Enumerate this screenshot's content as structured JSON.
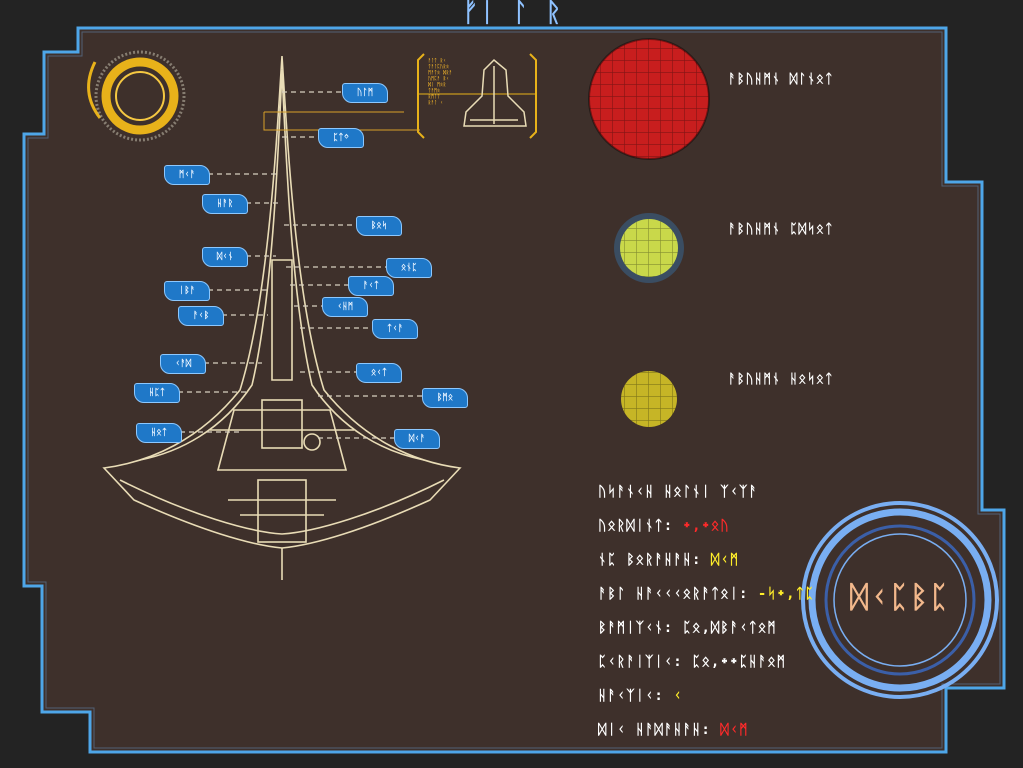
{
  "header": {
    "title": "ᚠᛁ ᛚ ᚱ"
  },
  "ship_tags": [
    "ᚢᛚᛗ",
    "ᛈᛏᛜ",
    "ᛗᚲᚨ",
    "ᚺᚨᚱ",
    "ᛒᛟᛋ",
    "ᛞᚲᚾ",
    "ᛟᚾᛈ",
    "ᛁᛒᚨ",
    "ᚨᚲᛏ",
    "ᚨᚲᛒ",
    "ᚲᚺᛗ",
    "ᛏᚲᚨ",
    "ᚲᚨᛞ",
    "ᛟᚲᛏ",
    "ᚺᛈᛏ",
    "ᛒᛗᛟ",
    "ᚺᛟᛏ",
    "ᛞᚲᚨ"
  ],
  "mini_panel_text": [
    "ᚨᛚᛏ ᚱᚲ",
    "ᛏᚨᛚᛈᚢᚱᛟ",
    "ᛗᚨᛏᛟ ᛞᚱᚨ",
    "ᚢᛗᛈᚨ ᛒᚲ",
    "ᛞᛁ ᛗᛟᚱ",
    "ᛏᚨᛗᛟ",
    "ᚱᛗᛚᛏ",
    "ᚱᚨᛚ ᚲ"
  ],
  "moons": [
    {
      "label": "ᚨᛒᚢᚺᛗᚾ ᛞᛚᚾᛟᛏ",
      "color": "#c81e1e"
    },
    {
      "label": "ᚨᛒᚢᚺᛗᚾ ᛈᛞᛋᛟᛏ",
      "color": "#c9d84a"
    },
    {
      "label": "ᚨᛒᚢᚺᛗᚾ ᚺᛟᛋᛟᛏ",
      "color": "#c6b526"
    }
  ],
  "stats": [
    {
      "label": "ᚢᛋᚨᚾᚲᚺ ᚺᛟᛚᚾᛁ ᛉᚲᛉᚨ",
      "value": "",
      "color": ""
    },
    {
      "label": "ᚢᛟᚱᛞᛁᚾᛏ:",
      "value": "᛭,᛭ᛟᚢ",
      "color": "red"
    },
    {
      "label": "ᚾᛈ ᛒᛟᚱᚨᚺᚨᚺ:",
      "value": "ᛞᚲᛗ",
      "color": "yellow"
    },
    {
      "label": "ᚨᛒᛚ ᚺᚨᚲᚲᚲᛟᚱᚨᛏᛟᛁ:",
      "value": "-ᛋ᛭,ᛏᛈ",
      "color": "yellow"
    },
    {
      "label": "ᛒᚨᛗᛁᛉᚲᚾ: ᛈᛟ,ᛞᛒᚨᚲᛏᛟᛗ",
      "value": "",
      "color": ""
    },
    {
      "label": "ᛈᚲᚱᚨᛁᛉᛁᚲ: ᛈᛟ,᛭᛭ᛈᚺᚨᛟᛗ",
      "value": "",
      "color": ""
    },
    {
      "label": "ᚺᚨᚲᛉᛁᚲ:",
      "value": "ᚲ",
      "color": "yellow"
    },
    {
      "label": "ᛞᛁᚲ ᚺᚨᛞᚨᚺᚨᚺ:",
      "value": "ᛞᚲᛗ",
      "color": "red"
    }
  ],
  "ring": {
    "label": "ᛞᚲᛈᛒᛈ"
  },
  "colors": {
    "panel": "#3e302b",
    "frame": "#4ea6e8",
    "accent": "#e8b21a",
    "line": "#e9dcb6"
  }
}
